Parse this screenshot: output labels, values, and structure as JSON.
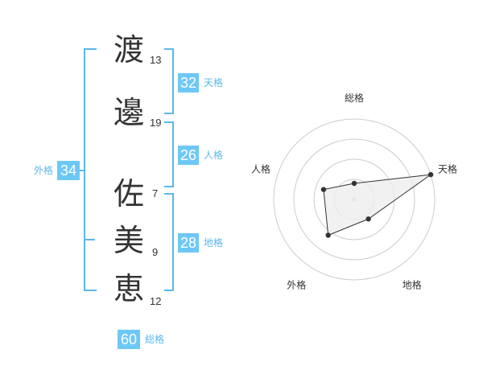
{
  "name": {
    "characters": [
      {
        "char": "渡",
        "strokes": "13"
      },
      {
        "char": "邊",
        "strokes": "19"
      },
      {
        "char": "佐",
        "strokes": "7"
      },
      {
        "char": "美",
        "strokes": "9"
      },
      {
        "char": "恵",
        "strokes": "12"
      }
    ]
  },
  "fortunes": {
    "tenkaku": {
      "value": "32",
      "label": "天格"
    },
    "jinkaku": {
      "value": "26",
      "label": "人格"
    },
    "chikaku": {
      "value": "28",
      "label": "地格"
    },
    "gaikaku": {
      "value": "34",
      "label": "外格"
    },
    "soukaku": {
      "value": "60",
      "label": "総格"
    }
  },
  "chart_data": {
    "type": "radar",
    "axes": [
      "総格",
      "天格",
      "地格",
      "外格",
      "人格"
    ],
    "values": [
      0.2,
      1.0,
      0.3,
      0.55,
      0.4
    ],
    "range": [
      0,
      1
    ],
    "rings": 4,
    "colors": {
      "fill": "#eeeeee",
      "stroke": "#333333",
      "ring": "#cccccc",
      "point": "#333333"
    }
  },
  "colors": {
    "accent": "#6ec8f5",
    "label": "#5bb8ea"
  }
}
